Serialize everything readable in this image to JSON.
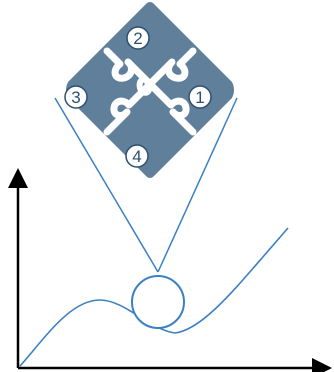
{
  "diagram": {
    "puzzle": {
      "pieces": [
        {
          "label": "2"
        },
        {
          "label": "1"
        },
        {
          "label": "3"
        },
        {
          "label": "4"
        }
      ],
      "piece_color": "#5f7f9a",
      "cut_color": "#ffffff",
      "badge_fill": "#ffffff",
      "badge_stroke": "#2f4f6f"
    },
    "axes": {
      "color": "#000000",
      "x_arrow": true,
      "y_arrow": true
    },
    "curve_color": "#3b7fc4",
    "magnifier_lines_color": "#3b7fc4",
    "magnifier_circle_color": "#3b7fc4"
  }
}
